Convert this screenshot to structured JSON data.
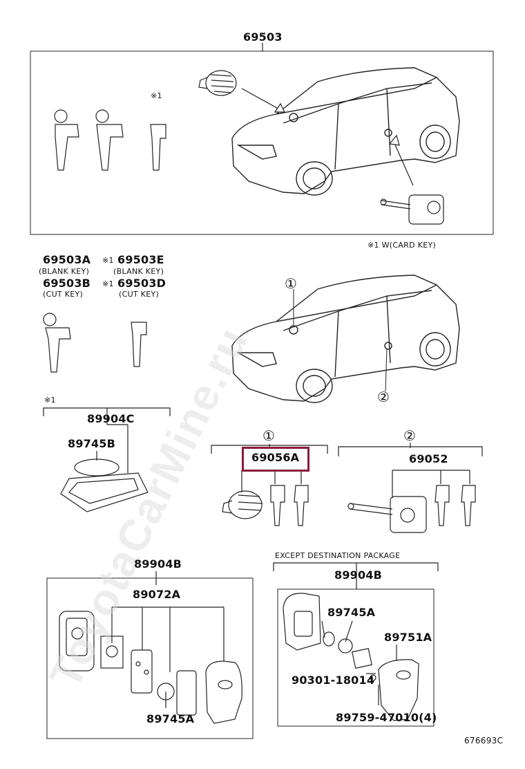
{
  "labels": {
    "p69503": "69503",
    "card_key_note": "※1 W(CARD KEY)",
    "p69503A": "69503A",
    "blank_key_1": "(BLANK KEY)",
    "p69503B": "69503B",
    "cut_key_1": "(CUT KEY)",
    "mark_e": "※1",
    "p69503E": "69503E",
    "blank_key_2": "(BLANK KEY)",
    "mark_d": "※1",
    "p69503D": "69503D",
    "cut_key_2": "(CUT KEY)",
    "mark_card": "※1",
    "p89904C": "89904C",
    "p89745B": "89745B",
    "circ1_top": "①",
    "circ2_top": "②",
    "circ1_mid": "①",
    "circ2_mid": "②",
    "p69056A": "69056A",
    "p69052": "69052",
    "p89904B_left": "89904B",
    "p89072A": "89072A",
    "p89745A_left": "89745A",
    "except_pkg": "EXCEPT DESTINATION PACKAGE",
    "p89904B_right": "89904B",
    "p89745A_right": "89745A",
    "p89751A": "89751A",
    "p90301": "90301-18014",
    "p89759": "89759-47010(4)",
    "fig_code": "676693C",
    "key_mark": "※1",
    "watermark": "ToyotaCarMine.ru"
  },
  "highlight_color": "#8b1a3a"
}
